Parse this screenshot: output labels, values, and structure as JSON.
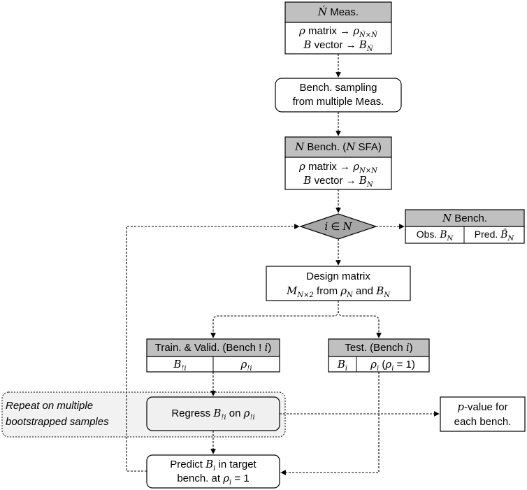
{
  "meas_box": {
    "title": "Ń Meas.",
    "line1": "ρ matrix → ρ_{Ń×Ń}",
    "line2": "B vector → B_{Ń}"
  },
  "sampling_box": {
    "line1": "Bench. sampling",
    "line2": "from multiple Meas."
  },
  "bench_box": {
    "title": "N Bench. (N SFA)",
    "line1": "ρ matrix → ρ_{N×N}",
    "line2": "B vector → B_{N}"
  },
  "decision": {
    "label": "i ∈ N"
  },
  "result_table": {
    "title": "N Bench.",
    "col1": "Obs. B_N",
    "col2": "Pred. B̂_N"
  },
  "design_box": {
    "line1": "Design matrix",
    "line2": "M_{N×2} from ρ_N and B_N"
  },
  "train_box": {
    "title": "Train. & Valid. (Bench ! i)",
    "col1": "B_{!i}",
    "col2": "ρ_{!i}"
  },
  "test_box": {
    "title": "Test. (Bench i)",
    "col1": "B_i",
    "col2": "ρ_i (ρ_i = 1)"
  },
  "repeat_region": {
    "line1": "Repeat on multiple",
    "line2": "bootstrapped samples"
  },
  "regress_box": {
    "label": "Regress B_{!i} on ρ_{!i}"
  },
  "pvalue_box": {
    "line1": "p-value for",
    "line2": "each bench."
  },
  "predict_box": {
    "line1": "Predict B_i in target",
    "line2": "bench. at ρ_i = 1"
  },
  "colors": {
    "header_fill": "#c0c0c0",
    "diamond_fill": "#a6a6a6",
    "repeat_fill": "#f2f2f2",
    "regress_fill": "#f0f0f0",
    "stroke": "#000000"
  }
}
